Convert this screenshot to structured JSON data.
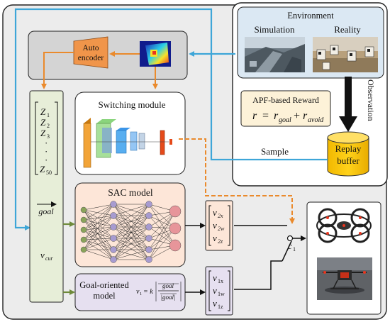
{
  "environment": {
    "title": "Environment",
    "simulation_label": "Simulation",
    "reality_label": "Reality",
    "observation_label": "Observation"
  },
  "reward": {
    "title": "APF-based Reward",
    "eq_r": "r",
    "eq_equals": "=",
    "eq_r1": "r",
    "eq_sub1": "goal",
    "eq_plus": "+",
    "eq_r2": "r",
    "eq_sub2": "avoid"
  },
  "replay_buffer": {
    "line1": "Replay",
    "line2": "buffer"
  },
  "sample_label": "Sample",
  "autoencoder": {
    "line1": "Auto",
    "line2": "encoder"
  },
  "switching_module": {
    "title": "Switching module"
  },
  "state_vector": {
    "z1": "Z",
    "z1_sub": "1",
    "z2": "Z",
    "z2_sub": "2",
    "z3": "Z",
    "z3_sub": "3",
    "dots": [
      "·",
      "·",
      "·"
    ],
    "z50": "Z",
    "z50_sub": "50",
    "goal": "goal",
    "vcur": "v",
    "vcur_sub": "cur"
  },
  "sac_model": {
    "title": "SAC model"
  },
  "sac_output": {
    "v1": "v",
    "v1_sub": "2x",
    "v2": "v",
    "v2_sub": "2w",
    "v3": "v",
    "v3_sub": "2z"
  },
  "goal_model": {
    "line1": "Goal-oriented",
    "line2": "model",
    "formula_lhs": "v",
    "formula_lhs_sub": "1",
    "formula_eq": "= k",
    "formula_num": "goal",
    "formula_den": "|goal|"
  },
  "goal_output": {
    "v1": "v",
    "v1_sub": "1x",
    "v2": "v",
    "v2_sub": "1w",
    "v3": "v",
    "v3_sub": "1z"
  },
  "switch_label": "c",
  "switch_label_sub": "1",
  "colors": {
    "cyan_line": "#3ea6d8",
    "orange_line": "#ea8a2c",
    "green_line": "#6e8a3a",
    "sac_bg": "#fde6d8",
    "goal_bg": "#e6e0f0",
    "state_bg": "#e7eed8",
    "buffer_fill": "#f7c600",
    "env_bg": "#dbe8f3",
    "reward_bg": "#fdf2d8",
    "encoder_orange": "#f0954a"
  }
}
